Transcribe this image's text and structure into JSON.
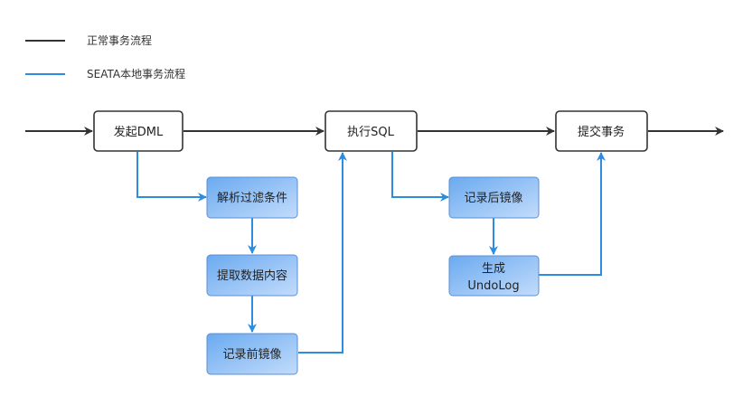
{
  "colors": {
    "normal": "#333333",
    "seata": "#2a8de0"
  },
  "legend": [
    {
      "label": "正常事务流程",
      "type": "normal"
    },
    {
      "label": "SEATA本地事务流程",
      "type": "seata"
    }
  ],
  "nodes": {
    "initiate_dml": {
      "lines": [
        "发起DML"
      ]
    },
    "execute_sql": {
      "lines": [
        "执行SQL"
      ]
    },
    "commit_tx": {
      "lines": [
        "提交事务"
      ]
    },
    "parse_filter": {
      "lines": [
        "解析过滤条件"
      ]
    },
    "extract_data": {
      "lines": [
        "提取数据内容"
      ]
    },
    "record_before_image": {
      "lines": [
        "记录前镜像"
      ]
    },
    "record_after_image": {
      "lines": [
        "记录后镜像"
      ]
    },
    "generate_undolog": {
      "lines": [
        "生成",
        "UndoLog"
      ]
    }
  }
}
